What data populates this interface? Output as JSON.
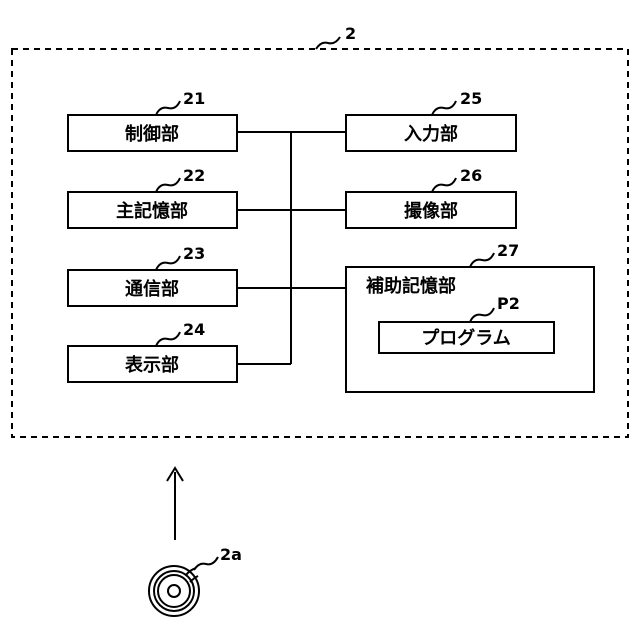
{
  "device": {
    "ref": "2"
  },
  "blocks": {
    "control": {
      "ref": "21",
      "label": "制御部"
    },
    "main_storage": {
      "ref": "22",
      "label": "主記憶部"
    },
    "communication": {
      "ref": "23",
      "label": "通信部"
    },
    "display": {
      "ref": "24",
      "label": "表示部"
    },
    "input": {
      "ref": "25",
      "label": "入力部"
    },
    "imaging": {
      "ref": "26",
      "label": "撮像部"
    },
    "aux_storage": {
      "ref": "27",
      "label": "補助記憶部"
    },
    "program": {
      "ref": "P2",
      "label": "プログラム"
    }
  },
  "medium": {
    "ref": "2a"
  }
}
